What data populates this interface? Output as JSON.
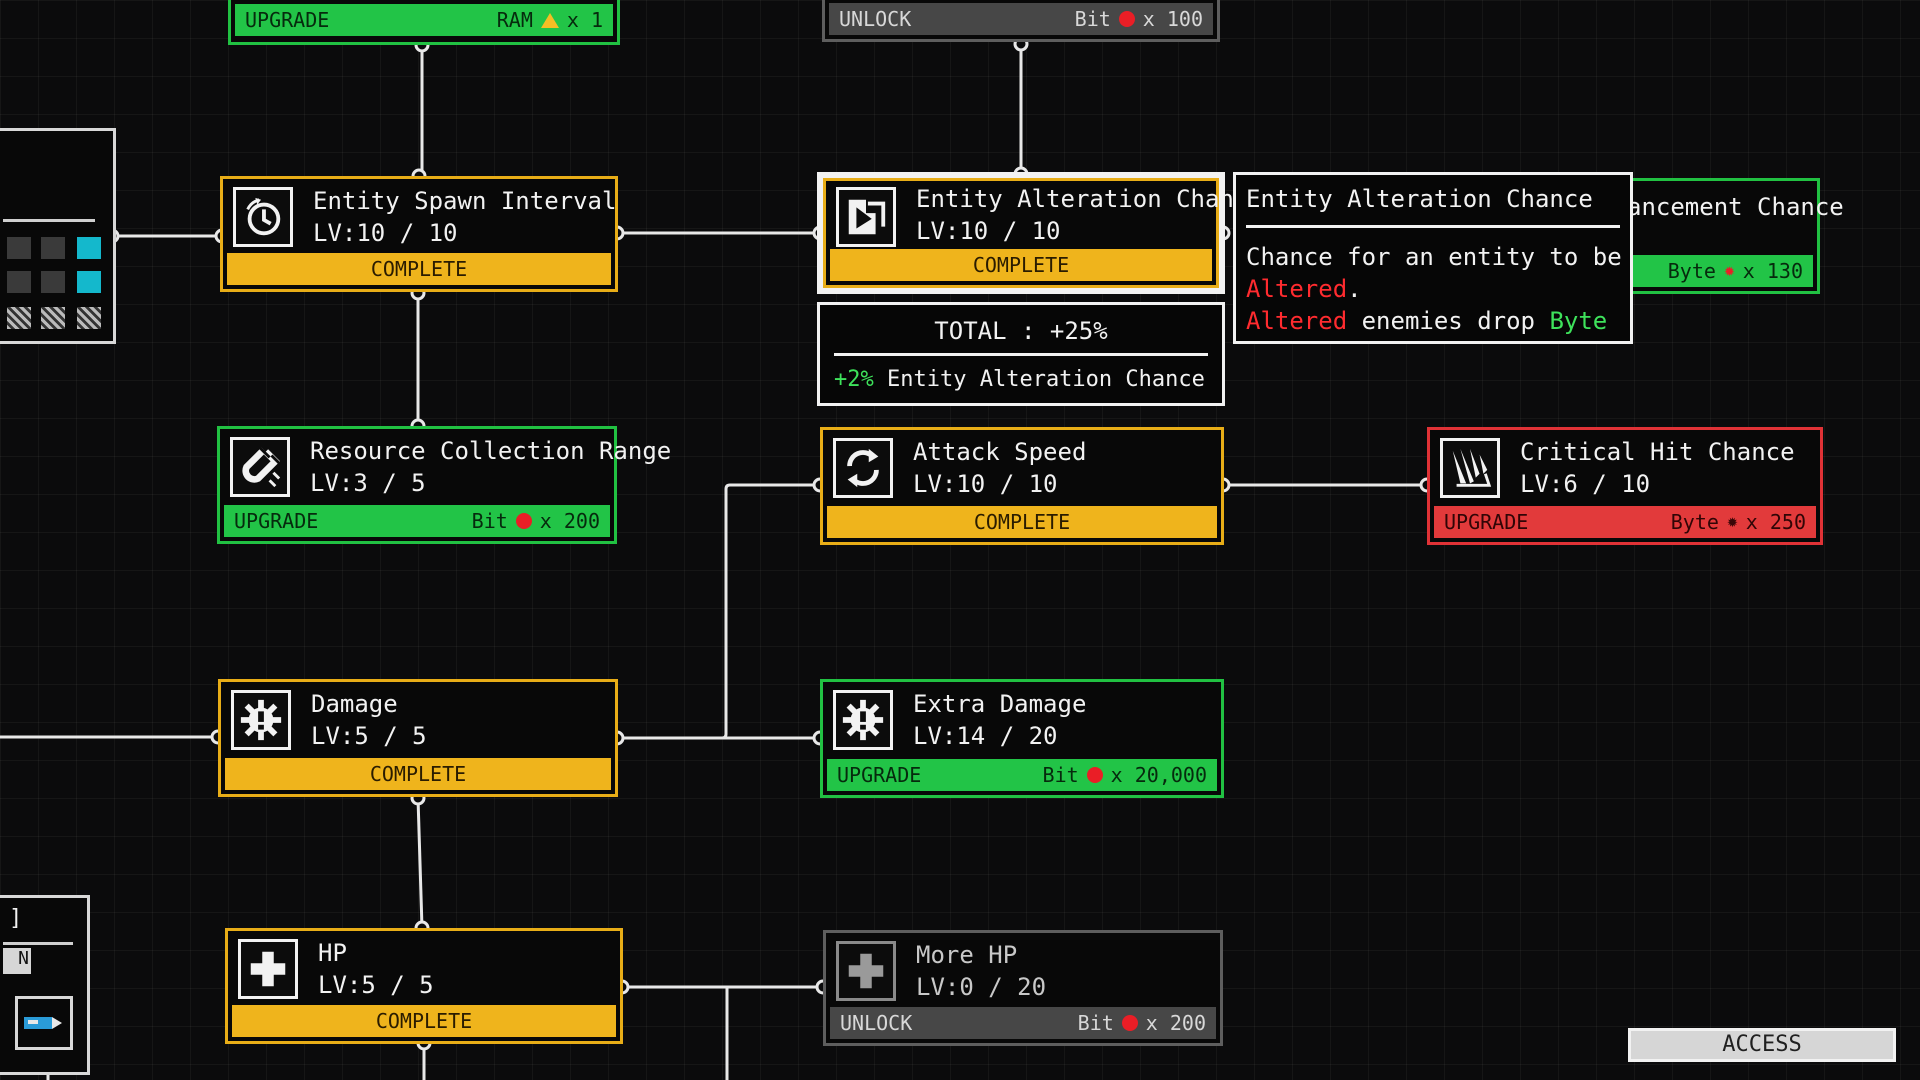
{
  "top_nodes": {
    "upgrade_ram": {
      "action": "UPGRADE",
      "currency": "RAM",
      "amount": "x 1"
    },
    "unlock_bit": {
      "action": "UNLOCK",
      "currency": "Bit",
      "amount": "x 100"
    }
  },
  "nodes": {
    "spawn_interval": {
      "title": "Entity Spawn Interval",
      "level": "LV:10 / 10",
      "status": "COMPLETE"
    },
    "alteration": {
      "title": "Entity Alteration Chance",
      "level": "LV:10 / 10",
      "status": "COMPLETE"
    },
    "enhancement": {
      "title": "ancement Chance",
      "currency": "Byte",
      "amount": "x 130"
    },
    "collection": {
      "title": "Resource Collection Range",
      "level": "LV:3 / 5",
      "action": "UPGRADE",
      "currency": "Bit",
      "amount": "x 200"
    },
    "attack_speed": {
      "title": "Attack Speed",
      "level": "LV:10 / 10",
      "status": "COMPLETE"
    },
    "critical": {
      "title": "Critical Hit Chance",
      "level": "LV:6 / 10",
      "action": "UPGRADE",
      "currency": "Byte",
      "amount": "x 250"
    },
    "damage": {
      "title": "Damage",
      "level": "LV:5 / 5",
      "status": "COMPLETE"
    },
    "extra_damage": {
      "title": "Extra Damage",
      "level": "LV:14 / 20",
      "action": "UPGRADE",
      "currency": "Bit",
      "amount": "x 20,000"
    },
    "hp": {
      "title": "HP",
      "level": "LV:5 / 5",
      "status": "COMPLETE"
    },
    "more_hp": {
      "title": "More HP",
      "level": "LV:0 / 20",
      "action": "UNLOCK",
      "currency": "Bit",
      "amount": "x 200"
    }
  },
  "total_panel": {
    "label": "TOTAL : +25%",
    "bonus_value": "+2%",
    "bonus_label": "Entity Alteration Chance"
  },
  "tooltip": {
    "title": "Entity Alteration Chance",
    "line1": "Chance for an entity to be",
    "altered1": "Altered",
    "period": ".",
    "altered2": "Altered",
    "middle": " enemies drop ",
    "byte": "Byte"
  },
  "left_edge": {
    "bracket": "]",
    "label": "N"
  },
  "access_label": "ACCESS",
  "colors": {
    "complete": "#efb41c",
    "upgrade": "#22c447",
    "upgrade_red": "#e23a3b",
    "unlock": "#474747",
    "bit": "#ea1e26",
    "ram": "#f4be24",
    "accent_cyan": "#14b8cc"
  },
  "icons": {
    "spawn_interval": "timer-icon",
    "alteration": "flag-arrow-icon",
    "collection": "magnet-icon",
    "attack_speed": "cycle-arrows-icon",
    "critical": "claw-icon",
    "damage": "gear-burst-icon",
    "extra_damage": "gear-burst-icon",
    "hp": "plus-icon",
    "more_hp": "plus-icon"
  }
}
